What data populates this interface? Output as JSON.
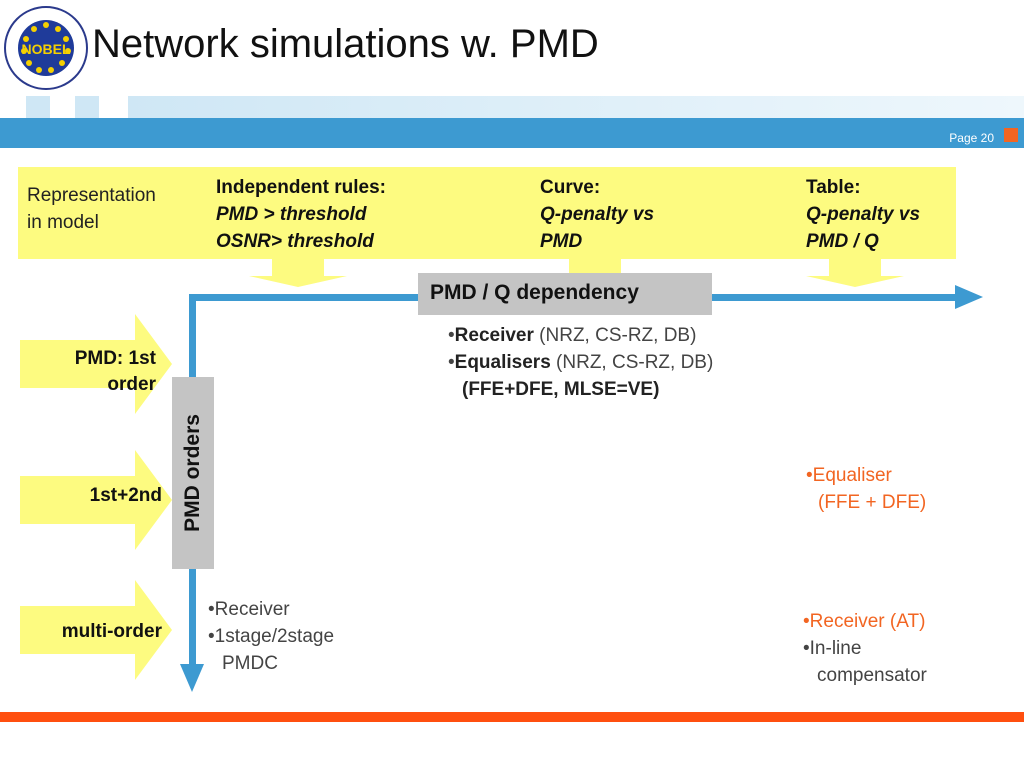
{
  "header": {
    "title": "Network simulations w. PMD",
    "page_label": "Page 20",
    "logo_text": "NOBEL"
  },
  "representation": {
    "label_line1": "Representation",
    "label_line2": "in model",
    "columns": [
      {
        "heading": "Independent rules:",
        "line1": "PMD  > threshold",
        "line2": "OSNR> threshold"
      },
      {
        "heading": "Curve:",
        "line1": "Q-penalty vs",
        "line2": "PMD"
      },
      {
        "heading": "Table:",
        "line1": "Q-penalty vs",
        "line2": "PMD / Q"
      }
    ]
  },
  "axes": {
    "horizontal_label": "PMD / Q dependency",
    "vertical_label": "PMD orders"
  },
  "rows": [
    {
      "label_line1": "PMD: 1st",
      "label_line2": "order"
    },
    {
      "label_line1": "1st+2nd"
    },
    {
      "label_line1": "multi-order"
    }
  ],
  "curve_notes": {
    "receiver_bold": "Receiver",
    "receiver_rest": " (NRZ, CS-RZ, DB)",
    "equalisers_bold": "Equalisers",
    "equalisers_rest": " (NRZ, CS-RZ, DB)",
    "equaliser_types": "(FFE+DFE, MLSE=VE)"
  },
  "table_mid_notes": {
    "line1": "Equaliser",
    "line2": "(FFE + DFE)"
  },
  "rules_notes": {
    "line1": "Receiver",
    "line2": "1stage/2stage",
    "line3": "PMDC"
  },
  "table_bottom_notes": {
    "line1": "Receiver (AT)",
    "line2": "In-line",
    "line3": "compensator"
  },
  "colors": {
    "accent_blue": "#3d9ad1",
    "highlight_yellow": "#fdfb80",
    "accent_orange": "#f26522",
    "label_gray": "#c4c4c4"
  }
}
